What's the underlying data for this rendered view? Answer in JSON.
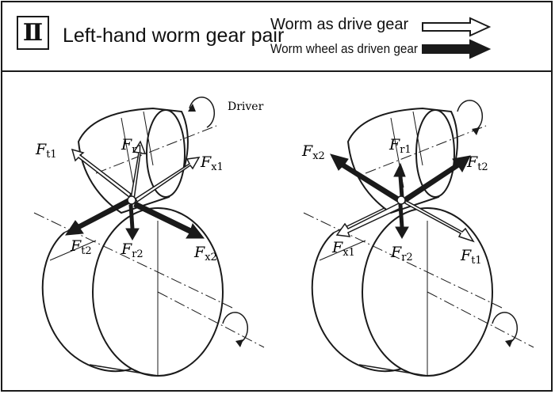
{
  "header": {
    "roman_numeral": "Ⅱ",
    "title": "Left-hand worm gear pair",
    "legend": {
      "drive_label": "Worm as drive gear",
      "driven_label": "Worm wheel as driven gear"
    }
  },
  "diagram": {
    "driver_label": "Driver",
    "left": {
      "force_t1": {
        "main": "F",
        "sub": "t1"
      },
      "force_r1": {
        "main": "F",
        "sub": "r1"
      },
      "force_x1": {
        "main": "F",
        "sub": "x1"
      },
      "force_t2": {
        "main": "F",
        "sub": "t2"
      },
      "force_r2": {
        "main": "F",
        "sub": "r2"
      },
      "force_x2": {
        "main": "F",
        "sub": "x2"
      }
    },
    "right": {
      "force_x2": {
        "main": "F",
        "sub": "x2"
      },
      "force_r1": {
        "main": "F",
        "sub": "r1"
      },
      "force_t2": {
        "main": "F",
        "sub": "t2"
      },
      "force_x1": {
        "main": "F",
        "sub": "x1"
      },
      "force_r2": {
        "main": "F",
        "sub": "r2"
      },
      "force_t1": {
        "main": "F",
        "sub": "t1"
      }
    }
  },
  "colors": {
    "line": "#1a1a1a",
    "background": "#ffffff"
  }
}
